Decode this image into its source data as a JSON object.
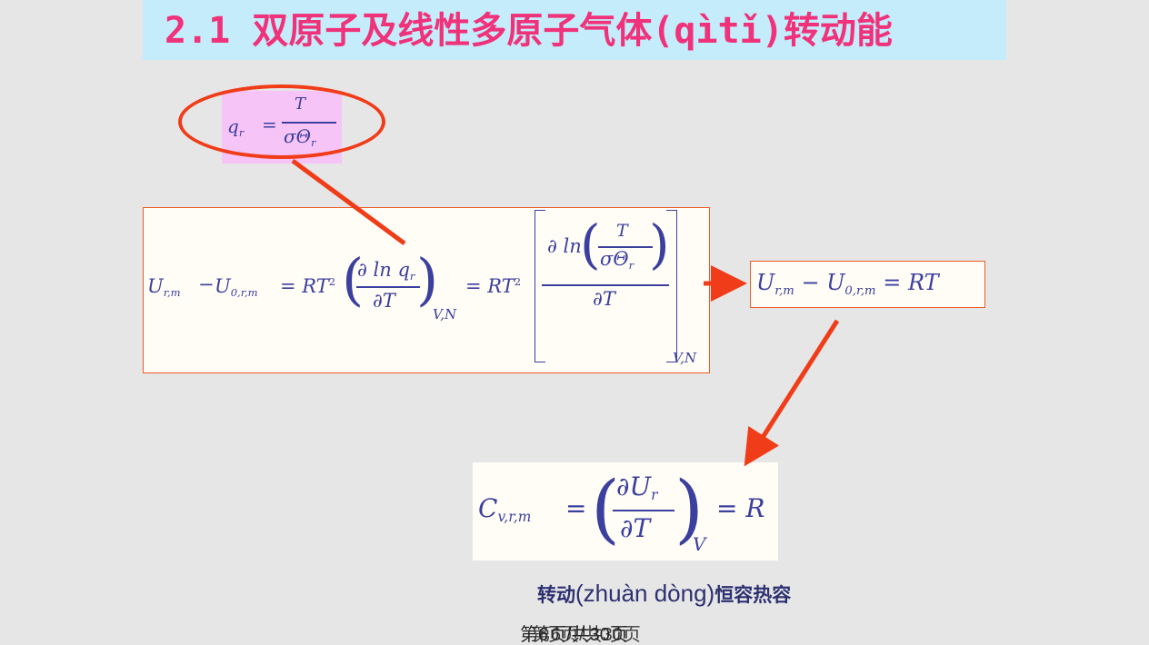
{
  "slide": {
    "title": "2.1 双原子及线性多原子气体(qìtǐ)转动能",
    "formula_rotational_partition": {
      "lhs": "q",
      "lhs_sub": "r",
      "eq": "=",
      "numerator": "T",
      "denominator": "σΘ",
      "denominator_sub": "r"
    },
    "formula_internal_energy": {
      "lhs": "U",
      "lhs_sub": "r,m",
      "minus": "−",
      "ref": "U",
      "ref_sub": "0,r,m",
      "eq1": "= RT",
      "power": "2",
      "deriv_num": "∂ ln q",
      "deriv_num_sub": "r",
      "deriv_den": "∂T",
      "deriv_sub": "V,N",
      "eq2": "= RT",
      "power2": "2",
      "inner_num": "T",
      "inner_den": "σΘ",
      "inner_den_sub": "r",
      "inner_ln": "∂ ln",
      "outer_den": "∂T",
      "outer_sub": "V,N"
    },
    "formula_result": {
      "lhs": "U",
      "lhs_sub": "r,m",
      "minus": "−",
      "ref": "U",
      "ref_sub": "0,r,m",
      "rhs": "= RT"
    },
    "formula_heat_capacity": {
      "lhs": "C",
      "lhs_sub": "v,r,m",
      "eq": "=",
      "num": "∂U",
      "num_sub": "r",
      "den": "∂T",
      "sub": "V",
      "rhs": "= R"
    },
    "caption": {
      "part1": "转动",
      "pinyin": "(zhuàn dòng)",
      "part2": "恒容热容"
    },
    "footer": {
      "text1": "第6页/共30页",
      "text2": "第6页/共30页"
    },
    "colors": {
      "title": "#f0327a",
      "title_band": "#c5ecfb",
      "arrow": "#f03c18",
      "math": "#3b3f9e",
      "formula_highlight": "#f6c4f7"
    }
  }
}
